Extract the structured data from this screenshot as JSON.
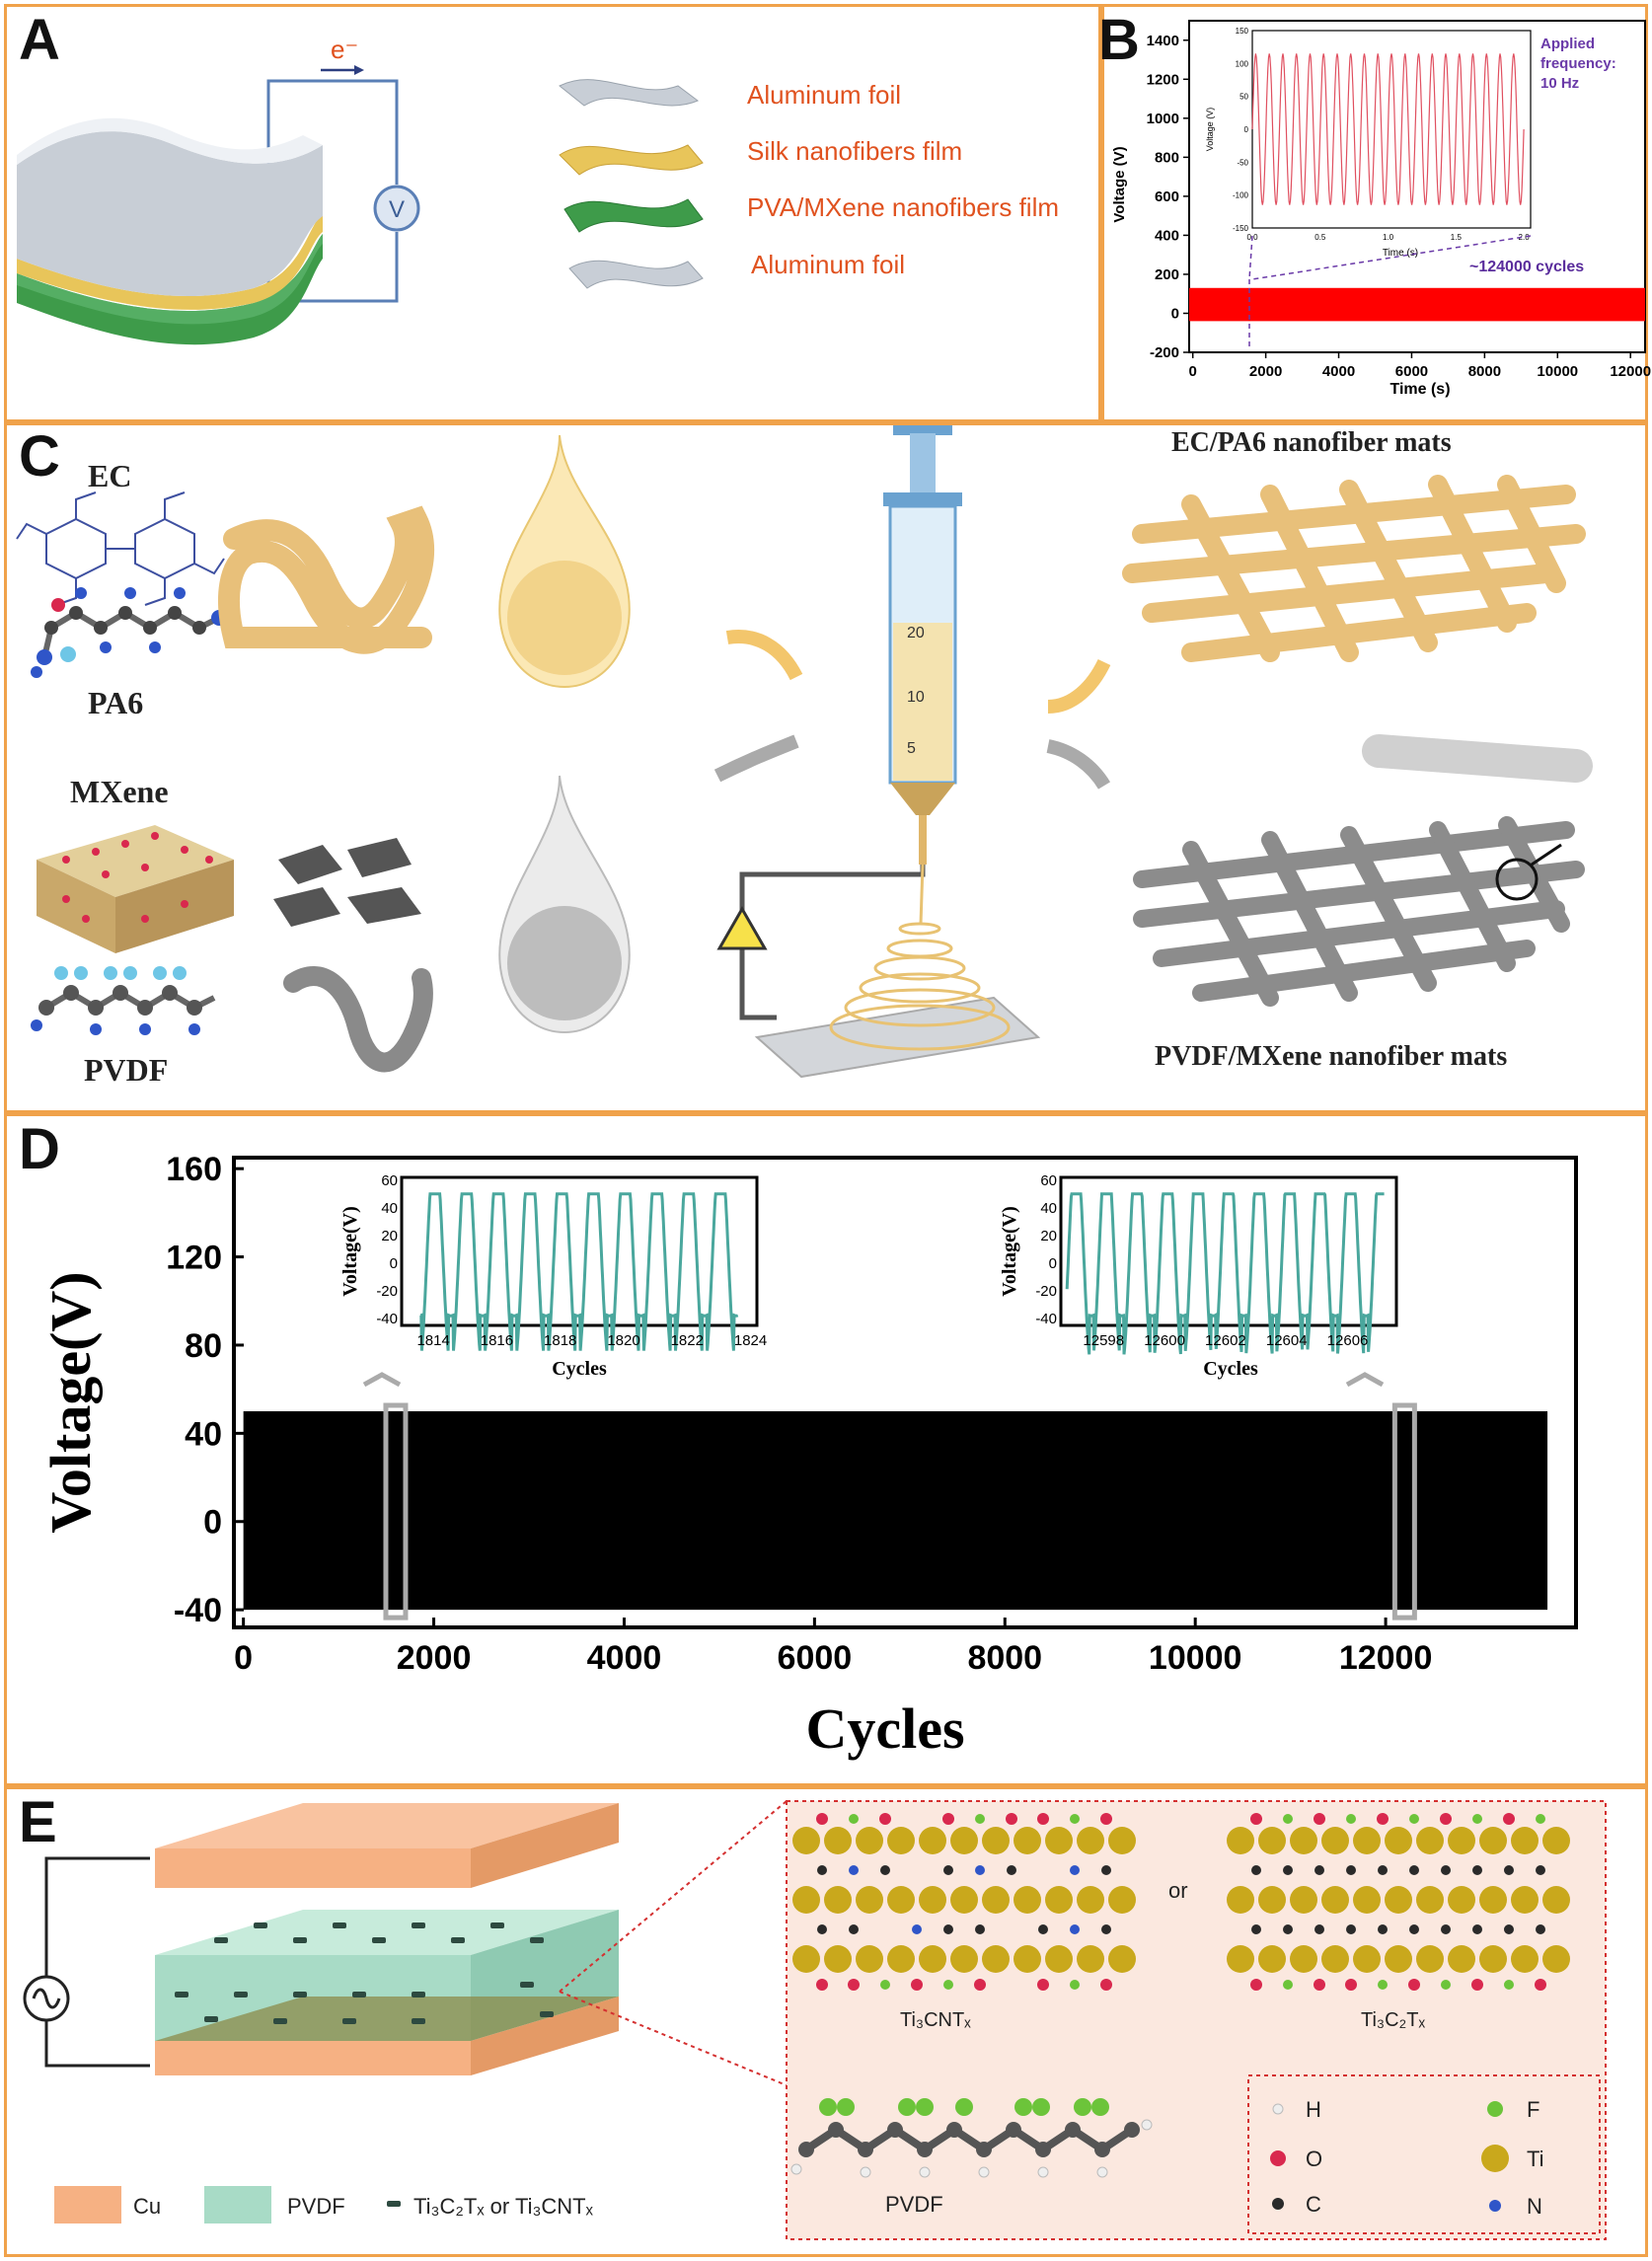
{
  "panel_labels": {
    "a": "A",
    "b": "B",
    "c": "C",
    "d": "D",
    "e": "E"
  },
  "panel_a": {
    "electron": "e⁻",
    "voltmeter": "V",
    "layers": [
      "Aluminum foil",
      "Silk nanofibers film",
      "PVA/MXene nanofibers film",
      "Aluminum foil"
    ],
    "colors": {
      "label": "#e0521f",
      "wire": "#5a7fb6",
      "silk": "#e8c55a",
      "mxene": "#3e9b4a",
      "foil": "#c8ced6"
    }
  },
  "panel_b": {
    "ylabel": "Voltage (V)",
    "xlabel": "Time (s)",
    "yticks": [
      "1400",
      "1200",
      "1000",
      "800",
      "600",
      "400",
      "200",
      "0",
      "-200"
    ],
    "xticks": [
      "0",
      "2000",
      "4000",
      "6000",
      "8000",
      "10000",
      "12000"
    ],
    "band_color": "#ff0000",
    "band_range": [
      -40,
      130
    ],
    "annotation_cycles": "~124000 cycles",
    "applied_line1": "Applied",
    "applied_line2": "frequency:",
    "applied_line3": "10 Hz",
    "inset": {
      "ylabel": "Voltage (V)",
      "xlabel": "Time (s)",
      "yticks": [
        "150",
        "100",
        "50",
        "0",
        "-50",
        "-100",
        "-150"
      ],
      "xticks": [
        "0.0",
        "0.5",
        "1.0",
        "1.5",
        "2.0"
      ],
      "cycles_shown": 20,
      "amplitude": 115
    }
  },
  "panel_c": {
    "ec": "EC",
    "pa6": "PA6",
    "mxene": "MXene",
    "pvdf": "PVDF",
    "mat_top": "EC/PA6 nanofiber mats",
    "mat_bottom": "PVDF/MXene nanofiber mats",
    "syringe_marks": [
      "20",
      "10",
      "5"
    ]
  },
  "panel_d": {
    "ylabel": "Voltage(V)",
    "xlabel": "Cycles",
    "yticks": [
      "160",
      "120",
      "80",
      "40",
      "0",
      "-40"
    ],
    "xticks": [
      "0",
      "2000",
      "4000",
      "6000",
      "8000",
      "10000",
      "12000"
    ],
    "band_range": [
      -40,
      50
    ],
    "band_end": 13700,
    "ylim": [
      -48,
      165
    ],
    "xlim": [
      -100,
      14000
    ],
    "marked_windows": [
      1600,
      12200
    ],
    "inset_left": {
      "ylabel": "Voltage(V)",
      "xlabel": "Cycles",
      "yticks": [
        "60",
        "40",
        "20",
        "0",
        "-20",
        "-40"
      ],
      "xticks": [
        "1814",
        "1816",
        "1818",
        "1820",
        "1822",
        "1824"
      ],
      "line_color": "#4aa79d"
    },
    "inset_right": {
      "ylabel": "Voltage(V)",
      "xlabel": "Cycles",
      "yticks": [
        "60",
        "40",
        "20",
        "0",
        "-20",
        "-40"
      ],
      "xticks": [
        "12598",
        "12600",
        "12602",
        "12604",
        "12606"
      ],
      "line_color": "#4aa79d"
    }
  },
  "panel_e": {
    "or": "or",
    "struct1": "Ti₃CNTₓ",
    "struct2": "Ti₃C₂Tₓ",
    "pvdf": "PVDF",
    "legend_cu": "Cu",
    "legend_pvdf": "PVDF",
    "legend_filler": "Ti₃C₂Tₓ  or Ti₃CNTₓ",
    "atoms": {
      "h": "H",
      "f": "F",
      "o": "O",
      "ti": "Ti",
      "c": "C",
      "n": "N"
    },
    "colors": {
      "cu": "#f6b183",
      "pvdf": "#a8dbc6",
      "ti": "#c9a81c",
      "o": "#d9284e",
      "f": "#6cc43a",
      "c": "#2a2a2a",
      "n": "#2f55c8",
      "h": "#eeeeee"
    }
  }
}
